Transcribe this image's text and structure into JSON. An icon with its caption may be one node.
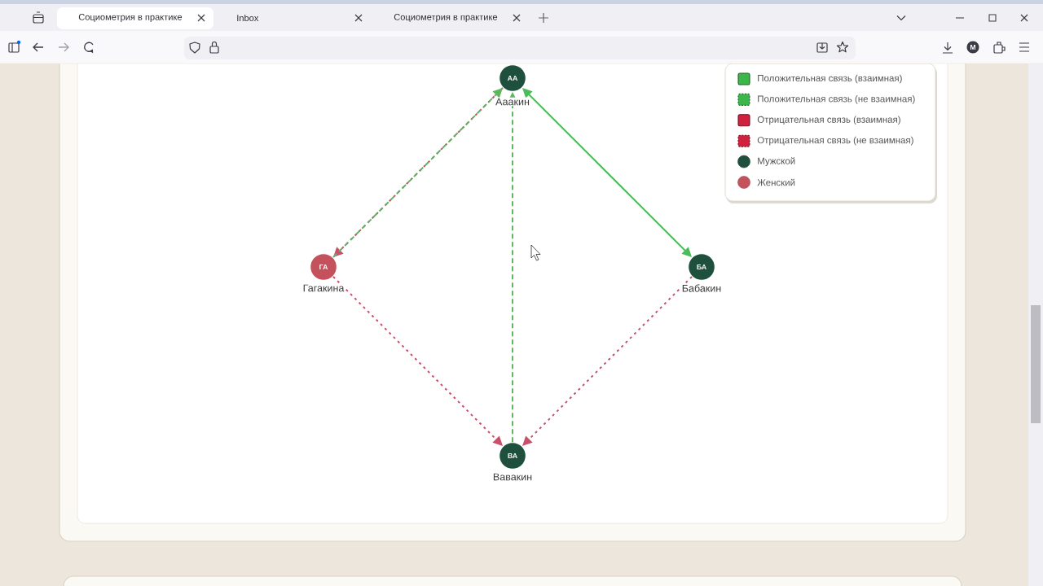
{
  "diagram": {
    "nodes": [
      {
        "text": [
          "АА"
        ],
        "beside": [
          "Ааакин"
        ]
      },
      {
        "text": [
          "ГА"
        ],
        "beside": [
          "Гагакина"
        ]
      },
      {
        "text": [
          "БА"
        ],
        "beside": [
          "Бабакин"
        ]
      },
      {
        "text": [
          "ВА"
        ],
        "beside": [
          "Вавакин"
        ]
      }
    ],
    "edges": [
      {
        "from": 0,
        "to": 1,
        "arrow": "to",
        "style": "dashed",
        "color": "#c9506b"
      },
      {
        "from": 1,
        "to": 0,
        "arrow": "to",
        "style": "dashed",
        "color": "#5cb85c"
      },
      {
        "from": 3,
        "to": 0,
        "arrow": "to",
        "style": "dashed",
        "color": "#5cb85c"
      },
      {
        "from": 0,
        "to": 2,
        "arrow": "both",
        "color": "#4cbb5a"
      },
      {
        "from": 1,
        "to": 3,
        "arrow": "to",
        "style": "dashed",
        "color": "#c9506b"
      },
      {
        "from": 2,
        "to": 3,
        "arrow": "to",
        "style": "dashed",
        "color": "#c9506b"
      }
    ],
    "labels": [
      "Социометрия в практике",
      "Inbox",
      "Социометрия в практике",
      "M"
    ],
    "legend": [
      {
        "text": "Положительная связь (взаимная)",
        "color": "#3cb54a"
      },
      {
        "text": "Положительная связь (не взаимная)",
        "color": "#3cb54a"
      },
      {
        "text": "Отрицательная связь (взаимная)",
        "color": "#d0223f"
      },
      {
        "text": "Отрицательная связь (не взаимная)",
        "color": "#d0223f"
      },
      {
        "text": "Мужской",
        "color": "#1f4f3d"
      },
      {
        "text": "Женский",
        "color": "#c4525c"
      }
    ]
  }
}
